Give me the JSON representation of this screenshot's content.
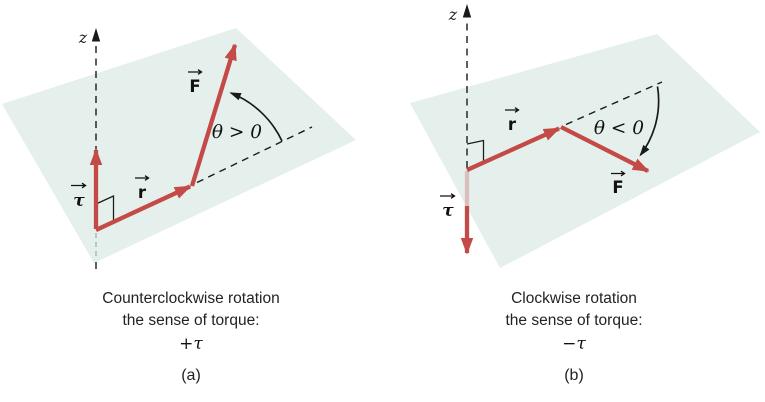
{
  "figure": {
    "colors": {
      "vector_red": "#c44a48",
      "plane_fill": "#e5f0ed",
      "hidden_vector_pink": "#dcbfbc",
      "line_black": "#1a1a1a"
    },
    "panels": [
      {
        "id": "a",
        "axis_label": "z",
        "torque_label": "τ",
        "position_label": "r",
        "force_label": "F",
        "angle_label": "θ > 0",
        "caption_line1": "Counterclockwise rotation",
        "caption_line2": "the sense of torque:",
        "torque_sign": "+τ",
        "tag": "(a)"
      },
      {
        "id": "b",
        "axis_label": "z",
        "torque_label": "τ",
        "position_label": "r",
        "force_label": "F",
        "angle_label": "θ < 0",
        "caption_line1": "Clockwise rotation",
        "caption_line2": "the sense of torque:",
        "torque_sign": "−τ",
        "tag": "(b)"
      }
    ]
  }
}
